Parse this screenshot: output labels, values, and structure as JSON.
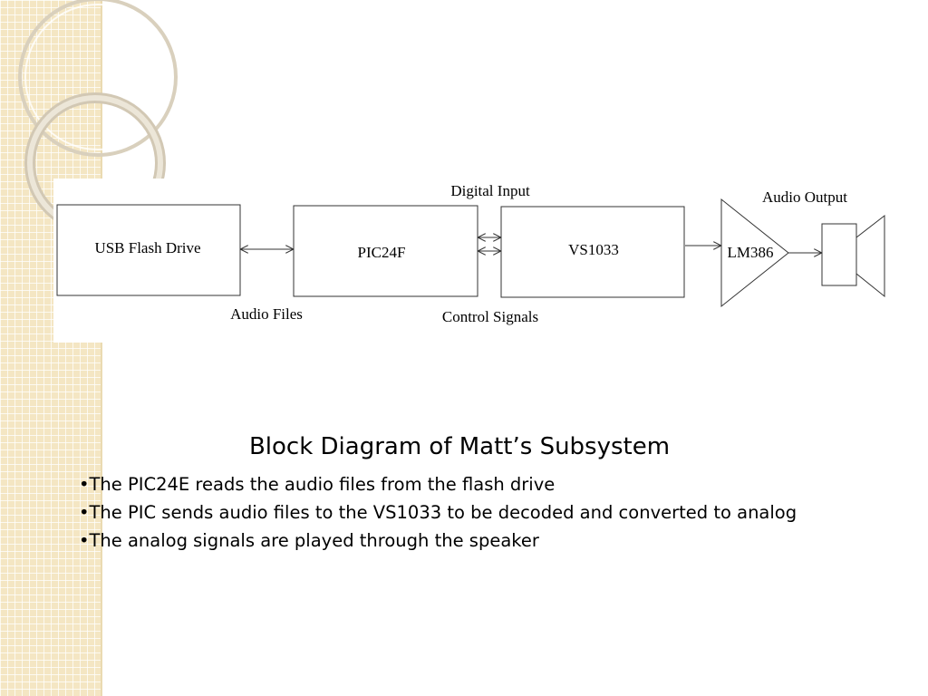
{
  "slide": {
    "colors": {
      "sidebar": "#f4e6c3",
      "sidebar_grid": "#ffffff",
      "ring": "#d9d0bd",
      "diagram_line": "#333333",
      "text": "#000000"
    }
  },
  "diagram": {
    "blocks": {
      "usb": "USB Flash Drive",
      "pic": "PIC24F",
      "vs": "VS1033",
      "amp": "LM386"
    },
    "labels": {
      "digital_input": "Digital Input",
      "audio_output": "Audio Output",
      "audio_files": "Audio Files",
      "control_signals": "Control Signals"
    },
    "speaker_icon": "speaker-icon"
  },
  "caption": {
    "title": "Block Diagram of Matt’s Subsystem",
    "bullets": [
      "•The PIC24E reads the audio files from the flash drive",
      "•The PIC sends audio files to the VS1033 to be decoded and converted to analog",
      "•The analog signals are played through the speaker"
    ]
  }
}
